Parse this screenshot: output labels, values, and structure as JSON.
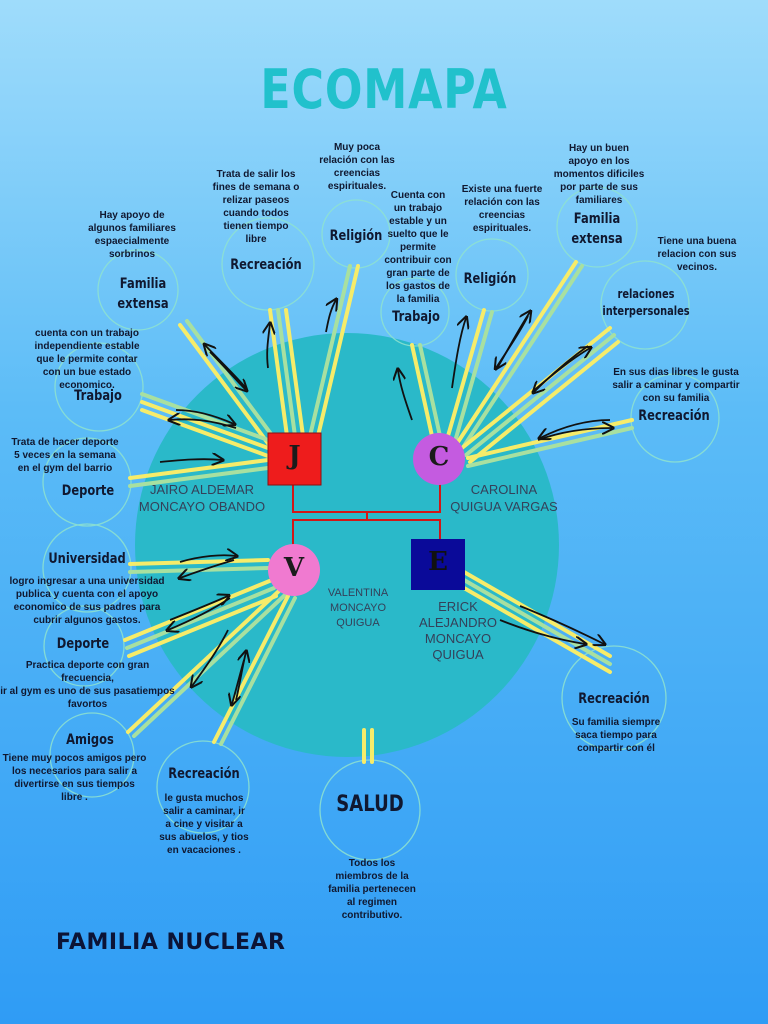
{
  "title": "ECOMAPA",
  "footer": "FAMILIA NUCLEAR",
  "colors": {
    "main_circle": "#2ab9c9",
    "line_yellow": "#f6ec6a",
    "line_green": "#a8e0a0",
    "connector": "#d21616"
  },
  "members": {
    "j": {
      "letter": "J",
      "name_line1": "JAIRO ALDEMAR",
      "name_line2": "MONCAYO OBANDO",
      "color": "#ee1c1c"
    },
    "c": {
      "letter": "C",
      "name_line1": "CAROLINA",
      "name_line2": "QUIGUA VARGAS",
      "color": "#c45be0"
    },
    "v": {
      "letter": "V",
      "name_line1": "VALENTINA",
      "name_line2": "MONCAYO",
      "name_line3": "QUIGUA",
      "color": "#f07ad0"
    },
    "e": {
      "letter": "E",
      "name_line1": "ERICK",
      "name_line2": "ALEJANDRO",
      "name_line3": "MONCAYO",
      "name_line4": "QUIGUA",
      "color": "#0a0a99"
    }
  },
  "systems": {
    "familia_extensa_left": {
      "label_line1": "Familia",
      "label_line2": "extensa",
      "note": [
        "Hay apoyo de",
        "algunos familiares",
        "espaecialmente",
        "sorbrinos"
      ]
    },
    "recreacion_j": {
      "label": "Recreación",
      "note": [
        "Trata de salir  los",
        "fines de semana o",
        "relizar paseos",
        "cuando todos",
        "tienen tiempo",
        "libre"
      ]
    },
    "religion_j": {
      "label": "Religión",
      "note": [
        "Muy poca",
        "relación con las",
        "creencias",
        "espirituales."
      ]
    },
    "trabajo_c": {
      "label": "Trabajo",
      "note": [
        "Cuenta con",
        "un trabajo",
        "estable y un",
        "suelto que le",
        "permite",
        "contribuir con",
        "gran parte de",
        "los gastos de",
        "la familia"
      ]
    },
    "religion_c": {
      "label": "Religión",
      "note": [
        "Existe una fuerte",
        "relación con las",
        "creencias",
        "espirituales."
      ]
    },
    "familia_extensa_right": {
      "label_line1": "Familia",
      "label_line2": "extensa",
      "note": [
        "Hay un buen",
        "apoyo en los",
        "momentos dificiles",
        "por parte de sus",
        "familiares"
      ]
    },
    "relaciones": {
      "label_line1": "relaciones",
      "label_line2": "interpersonales",
      "note": [
        "Tiene una buena",
        "relacion con sus",
        "vecinos."
      ]
    },
    "recreacion_c": {
      "label": "Recreación",
      "note": [
        "En sus dias  libres le gusta",
        "salir a caminar y  compartir",
        "con su familia"
      ]
    },
    "trabajo_j": {
      "label": "Trabajo",
      "note": [
        "cuenta con un trabajo",
        "independiente estable",
        "que le  permite contar",
        "con un bue estado",
        "economico."
      ]
    },
    "deporte_j": {
      "label": "Deporte",
      "note": [
        "Trata de hacer deporte",
        "5  veces en la semana",
        "en el gym del barrio"
      ]
    },
    "universidad": {
      "label": "Universidad",
      "note": [
        "logro ingresar a una universidad",
        "publica  y cuenta con el apoyo",
        "economico de sus padres para",
        "cubrir algunos gastos."
      ]
    },
    "deporte_v": {
      "label": "Deporte",
      "note": [
        "Practica deporte con gran frecuencia,",
        "ir al gym es uno de sus pasatiempos",
        "favortos"
      ]
    },
    "amigos": {
      "label": "Amigos",
      "note": [
        "Tiene muy pocos amigos pero",
        "los necesarios para salir a",
        "divertirse en sus tiempos",
        "libre ."
      ]
    },
    "recreacion_v": {
      "label": "Recreación",
      "note": [
        "le gusta muchos",
        "salir a caminar, ir",
        "a cine y visitar a",
        "sus abuelos, y tios",
        "en vacaciones ."
      ]
    },
    "salud": {
      "label": "SALUD",
      "note": [
        "Todos los",
        "miembros de la",
        "familia pertenecen",
        "al regimen",
        "contributivo."
      ]
    },
    "recreacion_e": {
      "label": "Recreación",
      "note": [
        "Su familia siempre",
        "saca tiempo para",
        "compartir con él"
      ]
    }
  }
}
